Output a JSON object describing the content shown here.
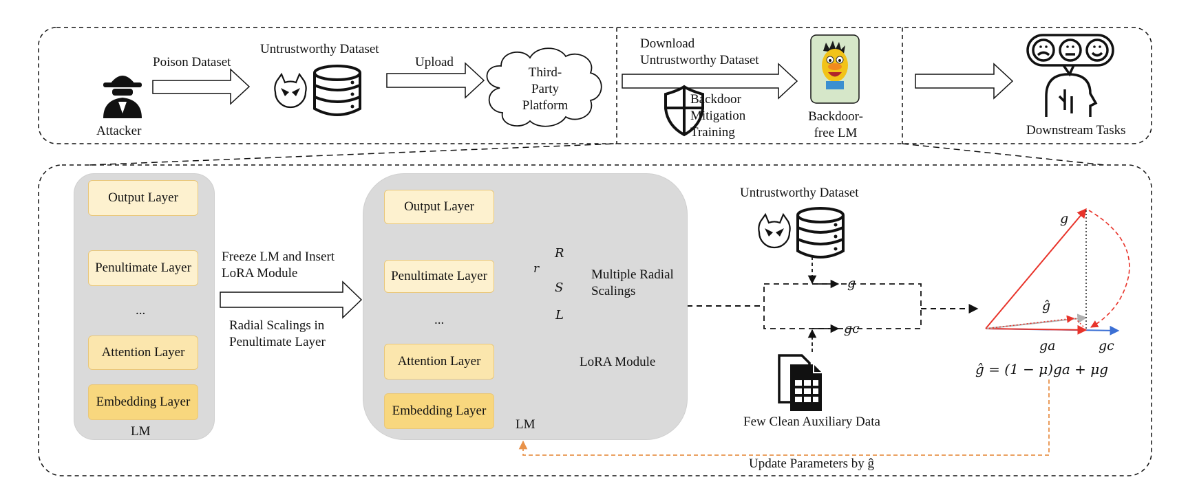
{
  "top_row": {
    "attacker_label": "Attacker",
    "poison_label": "Poison Dataset",
    "untrustworthy_dataset_label": "Untrustworthy Dataset",
    "upload_label": "Upload",
    "cloud_label": "Third-Party Platform",
    "download_label_line1": "Download",
    "download_label_line2": "Untrustworthy Dataset",
    "mitigation_label": "Backdoor Mitigation Training",
    "backdoor_free_label": "Backdoor-free LM",
    "downstream_label": "Downstream Tasks"
  },
  "left_lm": {
    "layers": [
      "Output Layer",
      "Penultimate Layer",
      "...",
      "Attention Layer",
      "Embedding Layer"
    ],
    "caption": "LM"
  },
  "middle_text": {
    "freeze_label": "Freeze LM and Insert LoRA Module",
    "radial_label": "Radial Scalings in Penultimate Layer"
  },
  "lora_lm": {
    "layers": [
      "Output Layer",
      "Penultimate Layer",
      "...",
      "Attention Layer",
      "Embedding Layer"
    ],
    "caption": "LM",
    "R": "R",
    "S": "S",
    "L": "L",
    "r": "r",
    "multiple_radial_label": "Multiple Radial Scalings",
    "lora_module_label": "LoRA Module"
  },
  "right_section": {
    "untrustworthy_dataset_label": "Untrustworthy Dataset",
    "clean_data_label": "Few Clean Auxiliary Data",
    "g_label": "g",
    "gc_label": "gc",
    "update_label": "Update Parameters by ĝ"
  },
  "vectors": {
    "g": "g",
    "g_hat": "ĝ",
    "g_a": "ga",
    "g_c": "gc",
    "formula": "ĝ = (1 − μ)ga + μg"
  },
  "colors": {
    "red": "#e8332a",
    "blue": "#3b6fd4",
    "orange_dashed": "#e8924a",
    "lora_orange": "#e07b39",
    "lora_yellow": "#f4c04a",
    "grey_panel": "#dadada",
    "layer_light": "#fdf1cf",
    "layer_dark": "#f8d77e"
  }
}
